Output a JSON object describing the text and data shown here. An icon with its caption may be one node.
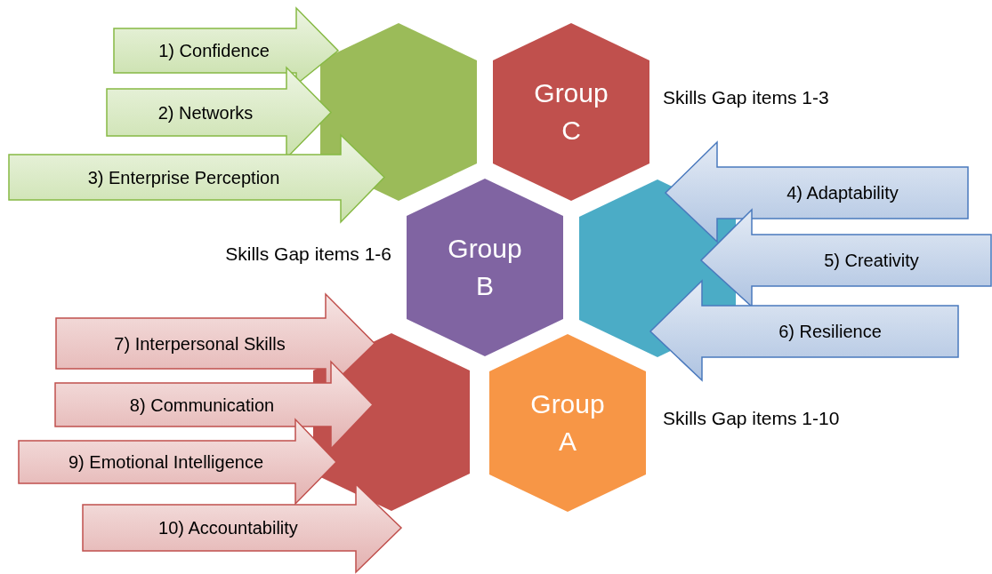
{
  "diagram": {
    "nodes": [
      {
        "text": [],
        "shape": "hexagon"
      },
      {
        "text": [
          "Group C"
        ],
        "beside": [
          "Skills Gap items 1-3"
        ]
      },
      {
        "text": [
          "Group B"
        ],
        "beside": [
          "Skills Gap items 1-6"
        ]
      },
      {
        "text": [],
        "shape": "hexagon"
      },
      {
        "text": [],
        "shape": "hexagon"
      },
      {
        "text": [
          "Group A"
        ],
        "beside": [
          "Skills Gap items 1-10"
        ]
      }
    ],
    "edges": [
      {
        "from": null,
        "to": 0,
        "arrow": "to",
        "label": "1) Confidence",
        "style": "thick",
        "color": "#86b944"
      },
      {
        "from": null,
        "to": 0,
        "arrow": "to",
        "label": "2) Networks",
        "style": "thick",
        "color": "#86b944"
      },
      {
        "from": null,
        "to": 0,
        "arrow": "to",
        "label": "3) Enterprise Perception",
        "style": "thick",
        "color": "#86b944"
      },
      {
        "from": null,
        "to": 3,
        "arrow": "to",
        "label": "4) Adaptability",
        "style": "thick",
        "color": "#4a79bd"
      },
      {
        "from": null,
        "to": 3,
        "arrow": "to",
        "label": "5) Creativity",
        "style": "thick",
        "color": "#4a79bd"
      },
      {
        "from": null,
        "to": 3,
        "arrow": "to",
        "label": "6) Resilience",
        "style": "thick",
        "color": "#4a79bd"
      },
      {
        "from": null,
        "to": 4,
        "arrow": "to",
        "label": "7) Interpersonal Skills",
        "style": "thick",
        "color": "#c0504d"
      },
      {
        "from": null,
        "to": 4,
        "arrow": "to",
        "label": "8) Communication",
        "style": "thick",
        "color": "#c0504d"
      },
      {
        "from": null,
        "to": 4,
        "arrow": "to",
        "label": "9) Emotional Intelligence",
        "style": "thick",
        "color": "#c0504d"
      },
      {
        "from": null,
        "to": 4,
        "arrow": "to",
        "label": "10) Accountability",
        "style": "thick",
        "color": "#c0504d"
      }
    ]
  }
}
